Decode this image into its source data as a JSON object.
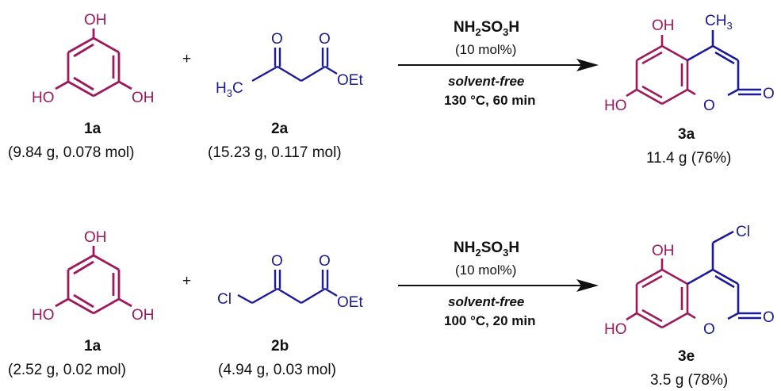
{
  "colors": {
    "phloroglucinol": "#a0185c",
    "ester": "#1a1a9a",
    "text": "#111111",
    "arrow": "#111111"
  },
  "atoms": {
    "OH": "OH",
    "HO": "HO",
    "O": "O",
    "Cl": "Cl",
    "H3C_H": "H",
    "H3C_sub": "3",
    "H3C_C": "C",
    "CH3_C": "CH",
    "CH3_sub": "3",
    "OEt": "OEt"
  },
  "plus": "+",
  "reaction1": {
    "reactant1": {
      "id": "1a",
      "amount": "(9.84 g, 0.078 mol)"
    },
    "reactant2": {
      "id": "2a",
      "amount": "(15.23 g, 0.117 mol)"
    },
    "reagent": {
      "main": "NH",
      "sub1": "2",
      "mid": "SO",
      "sub2": "3",
      "end": "H"
    },
    "loading": "(10 mol%)",
    "solvent": "solvent-free",
    "temp": "130 °C, 60 min",
    "product": {
      "id": "3a",
      "yield": "11.4 g (76%)"
    }
  },
  "reaction2": {
    "reactant1": {
      "id": "1a",
      "amount": "(2.52 g, 0.02 mol)"
    },
    "reactant2": {
      "id": "2b",
      "amount": "(4.94 g, 0.03 mol)"
    },
    "reagent": {
      "main": "NH",
      "sub1": "2",
      "mid": "SO",
      "sub2": "3",
      "end": "H"
    },
    "loading": "(10 mol%)",
    "solvent": "solvent-free",
    "temp": "100 °C, 20 min",
    "product": {
      "id": "3e",
      "yield": "3.5 g (78%)"
    }
  }
}
